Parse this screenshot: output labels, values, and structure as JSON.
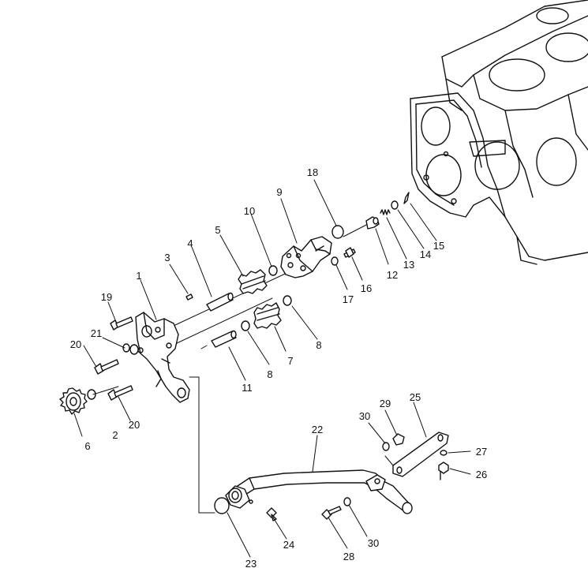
{
  "labels": {
    "p1": "1",
    "p2": "2",
    "p3": "3",
    "p4": "4",
    "p5": "5",
    "p6": "6",
    "p7": "7",
    "p8a": "8",
    "p8b": "8",
    "p9": "9",
    "p10": "10",
    "p11": "11",
    "p12": "12",
    "p13": "13",
    "p14": "14",
    "p15": "15",
    "p16": "16",
    "p17": "17",
    "p18": "18",
    "p19": "19",
    "p20a": "20",
    "p20b": "20",
    "p21": "21",
    "p22": "22",
    "p23": "23",
    "p24": "24",
    "p25": "25",
    "p26": "26",
    "p27": "27",
    "p28": "28",
    "p29": "29",
    "p30a": "30",
    "p30b": "30"
  }
}
